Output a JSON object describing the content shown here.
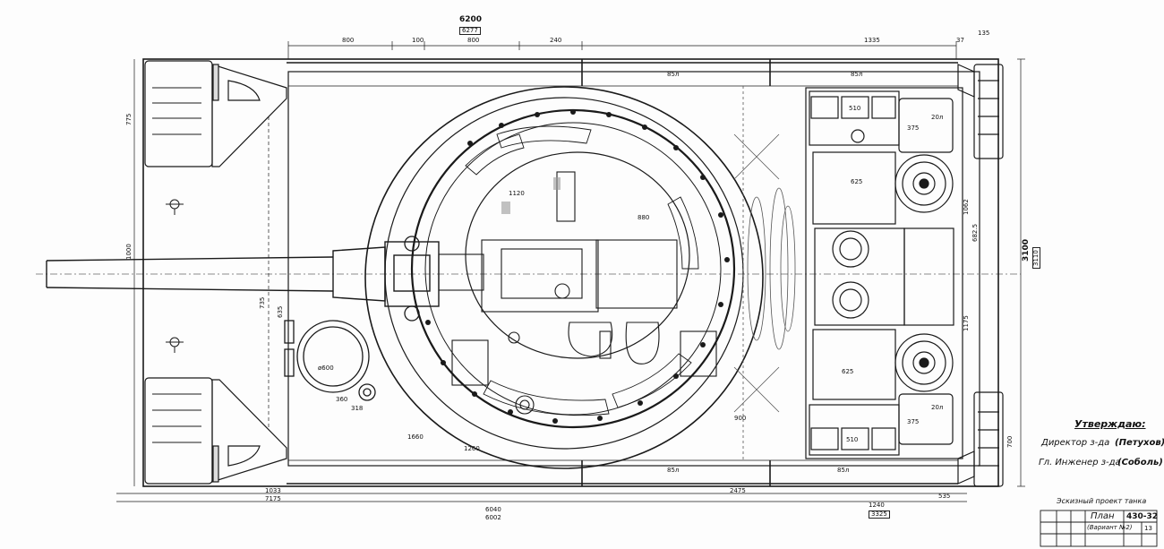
{
  "drawing": {
    "top_dim_total": "6200",
    "top_dim_total_alt": "6277",
    "top_dims": [
      "800",
      "100",
      "800",
      "240",
      "1335",
      "135",
      "37"
    ],
    "side_dim_total": "3100",
    "side_dim_total_alt": "3110",
    "left_dims": [
      "775",
      "1000",
      "735",
      "635"
    ],
    "armor_labels": [
      "85л",
      "85л",
      "85л",
      "85л"
    ],
    "engine_labels": [
      "20л",
      "20л",
      "625",
      "625",
      "375",
      "375",
      "510",
      "510"
    ],
    "turret_labels": [
      "1120",
      "880",
      "900",
      "1660",
      "1260"
    ],
    "hatch_labels": [
      "ø600",
      "360",
      "318"
    ],
    "bottom_dims": [
      "1033",
      "7175",
      "6040",
      "6002",
      "2475",
      "1240",
      "3325",
      "535"
    ],
    "right_dims": [
      "1062",
      "1175",
      "682.5",
      "700"
    ]
  },
  "approval": {
    "title": "Утверждаю:",
    "director_role": "Директор з-да",
    "director_name": "(Петухов)",
    "engineer_role": "Гл. Инженер з-да",
    "engineer_name": "(Соболь)"
  },
  "title_block": {
    "project": "Эскизный проект танка",
    "sheet_name": "План",
    "variant": "(Вариант №2)",
    "drawing_number": "430-32",
    "sheet": "13"
  }
}
